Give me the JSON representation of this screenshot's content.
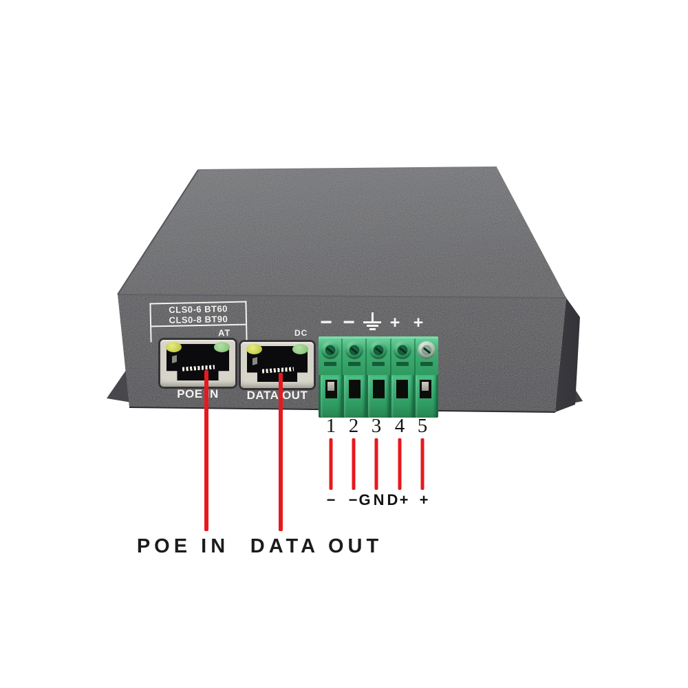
{
  "device": {
    "marking": {
      "line1": "CLS0-6 BT60",
      "line2": "CLS0-8 BT90",
      "at_label": "AT",
      "dc_label": "DC"
    },
    "ports": {
      "poe_in_label": "POE IN",
      "data_out_label": "DATA OUT"
    },
    "terminal": {
      "positions": 5,
      "top_symbols": [
        "−",
        "−",
        "earth-ground",
        "+",
        "+"
      ]
    }
  },
  "annotations": {
    "pin_numbers": [
      "1",
      "2",
      "3",
      "4",
      "5"
    ],
    "pin_functions": [
      "−",
      "−",
      "GND",
      "+",
      "+"
    ],
    "callout_poe_in": "POE IN",
    "callout_data_out": "DATA OUT"
  },
  "colors": {
    "annotation_red": "#e7191f",
    "terminal_green": "#3fae72",
    "chassis_top_gray": "#606165",
    "chassis_front_gray": "#45454a",
    "led_yellow": "#c3cb48",
    "led_green": "#8cc87c",
    "bezel_cream": "#d7d4ca"
  }
}
